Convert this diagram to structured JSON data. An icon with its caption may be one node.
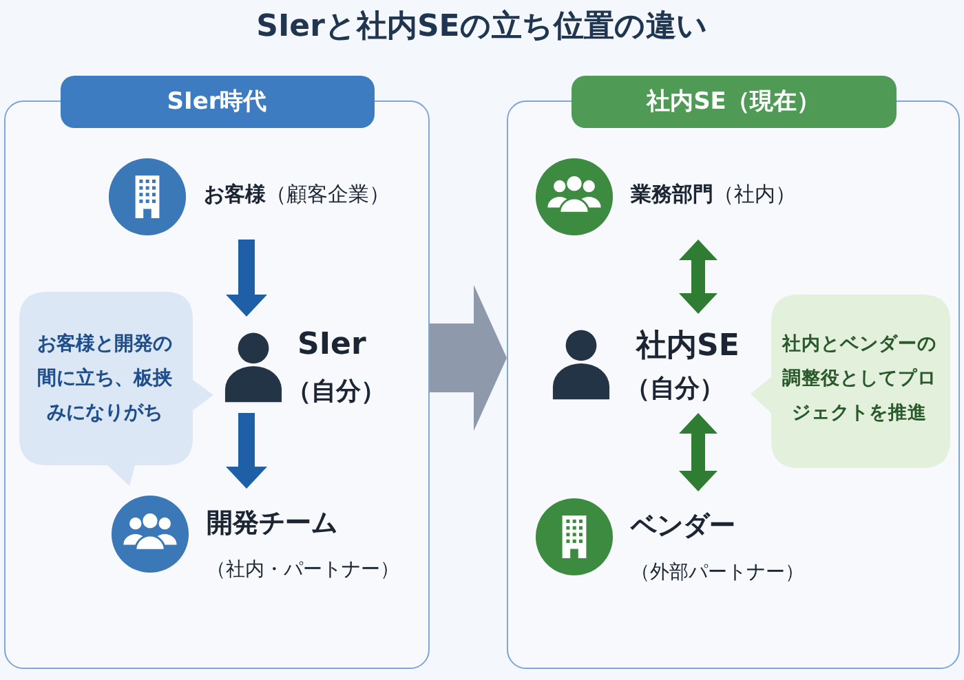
{
  "diagram": {
    "title": "SIerと社内SEの立ち位置の違い",
    "nodes": [
      {
        "text": [
          "SIer時代"
        ]
      },
      {
        "text": [
          "社内SE（現在）"
        ]
      },
      {
        "text": [
          "**お客様**（顧客企業）"
        ],
        "in": 0
      },
      {
        "text": [
          "SIer",
          "（自分）"
        ],
        "in": 0
      },
      {
        "text": [
          "お客様と開発の間に立ち、板挟みになりがち"
        ],
        "in": 0
      },
      {
        "text": [
          "開発チーム",
          "（社内・パートナー）"
        ],
        "in": 0
      },
      {
        "text": [
          "**業務部門**（社内）"
        ],
        "in": 1
      },
      {
        "text": [
          "社内SE",
          "（自分）"
        ],
        "in": 1
      },
      {
        "text": [
          "社内とベンダーの調整役としてプロジェクトを推進"
        ],
        "in": 1
      },
      {
        "text": [
          "ベンダー",
          "（外部パートナー）"
        ],
        "in": 1
      }
    ],
    "edges": [
      {
        "from": 0,
        "to": 1,
        "arrow": "to",
        "style": "thick",
        "color": "#8e9aab"
      },
      {
        "from": 2,
        "to": 3,
        "arrow": "to",
        "color": "#1f5fa8"
      },
      {
        "from": 3,
        "to": 5,
        "arrow": "to",
        "color": "#1f5fa8"
      },
      {
        "from": 6,
        "to": 7,
        "arrow": "both",
        "color": "#2e7d32"
      },
      {
        "from": 7,
        "to": 9,
        "arrow": "both",
        "color": "#2e7d32"
      }
    ]
  }
}
